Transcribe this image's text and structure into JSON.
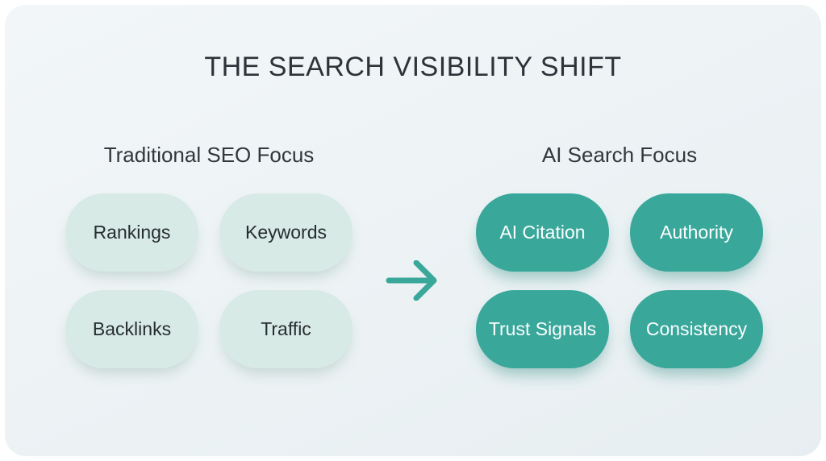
{
  "title": "THE SEARCH VISIBILITY SHIFT",
  "sections": {
    "traditional": {
      "heading": "Traditional SEO Focus",
      "items": [
        "Rankings",
        "Keywords",
        "Backlinks",
        "Traffic"
      ]
    },
    "ai": {
      "heading": "AI Search Focus",
      "items": [
        "AI Citation",
        "Authority",
        "Trust Signals",
        "Consistency"
      ]
    }
  },
  "arrow": {
    "icon": "right-arrow"
  },
  "colors": {
    "accent_teal": "#3aa79b",
    "pill_light": "#d8eae5",
    "card_background": "#edf3f5",
    "text_dark": "#2d3339",
    "pill_text_on_teal": "#fbfefd"
  }
}
